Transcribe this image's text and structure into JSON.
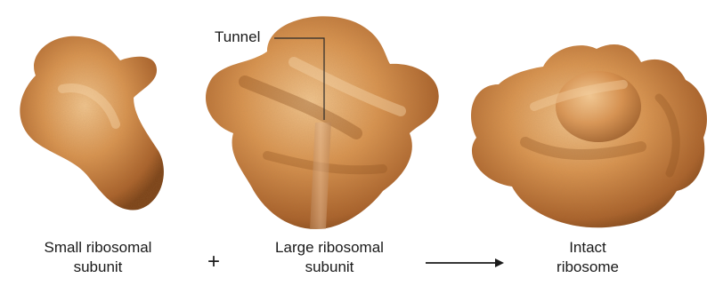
{
  "captions": {
    "small": {
      "line1": "Small ribosomal",
      "line2": "subunit"
    },
    "large": {
      "line1": "Large ribosomal",
      "line2": "subunit"
    },
    "intact": {
      "line1": "Intact",
      "line2": "ribosome"
    }
  },
  "plus_sign": "+",
  "tunnel_label": "Tunnel",
  "colors": {
    "subunit_light": "#e8b37a",
    "subunit_mid": "#c9803f",
    "subunit_dark": "#8a4e1e",
    "text": "#1a1a1a"
  },
  "icons": {
    "arrow": "right-arrow-icon"
  }
}
